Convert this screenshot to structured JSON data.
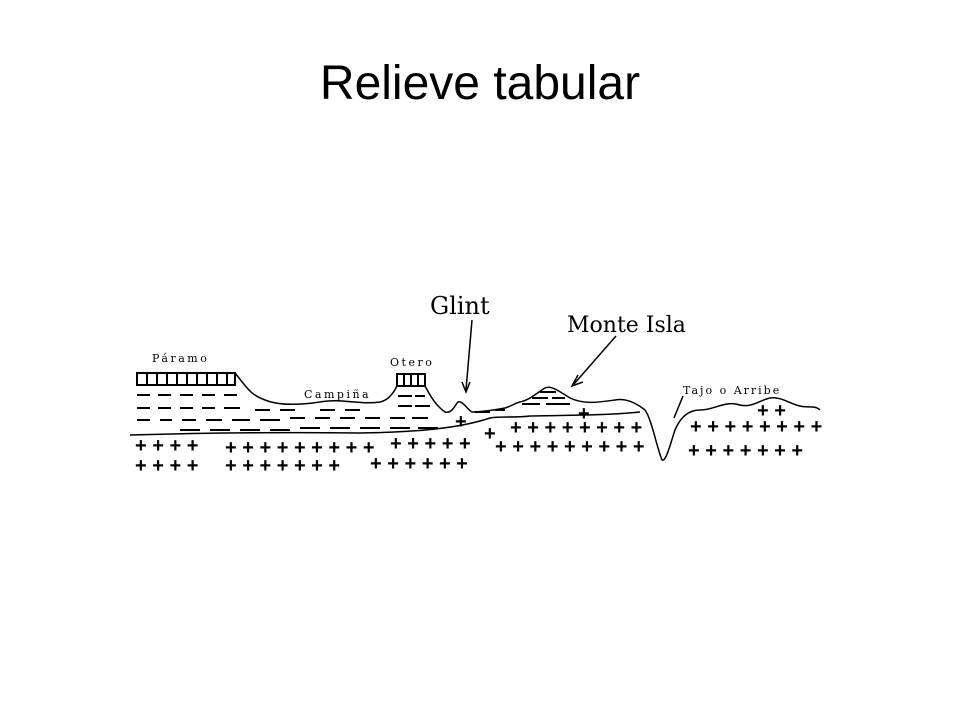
{
  "slide": {
    "title": "Relieve tabular"
  },
  "diagram": {
    "labels": {
      "paramo": "Páramo",
      "otero": "Otero",
      "campina": "Campiña",
      "glint": "Glint",
      "monte_isla": "Monte Isla",
      "tajo": "Tajo o Arribe"
    }
  }
}
